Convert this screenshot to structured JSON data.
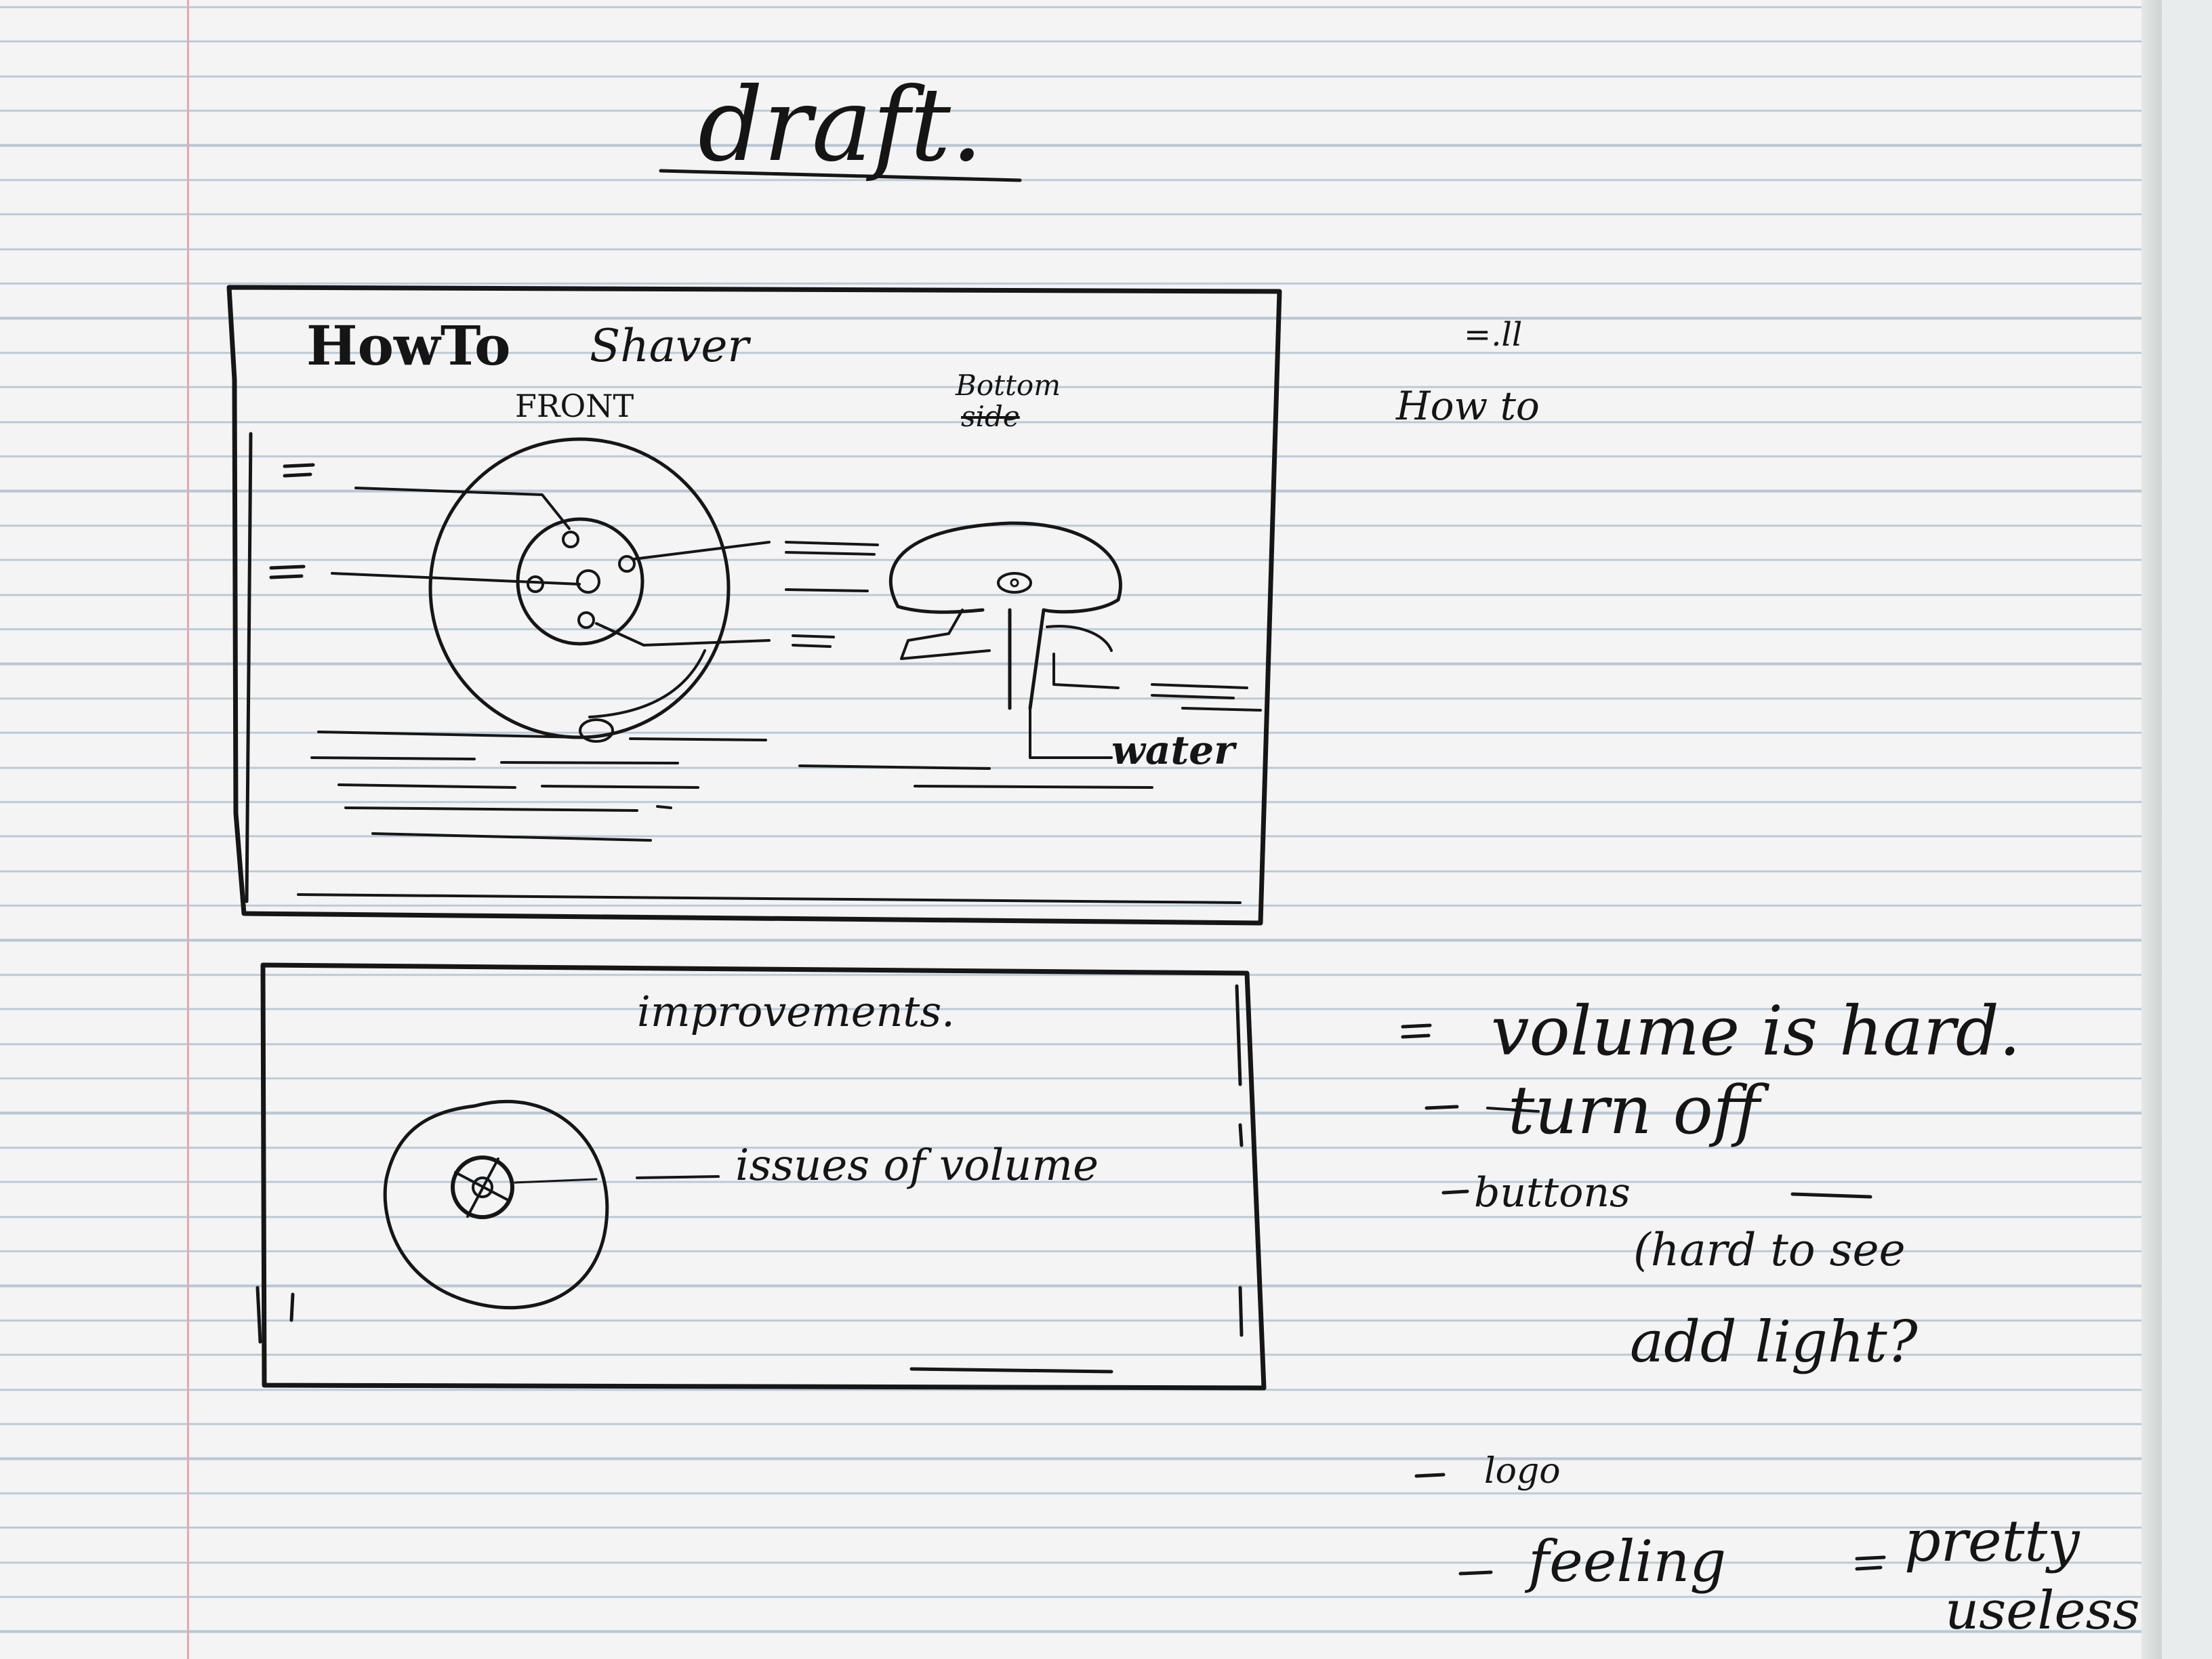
{
  "page": {
    "title": "draft.",
    "margin_note": "How to"
  },
  "panel_top": {
    "heading_left": "HowTo",
    "heading_right": "Shaver",
    "label_front": "FRONT",
    "label_bottom": "Bottom",
    "label_side": "side",
    "label_water": "water"
  },
  "panel_bottom": {
    "heading": "improvements.",
    "callout": "issues of volume"
  },
  "notes": {
    "line1": "volume is hard.",
    "line2": "turn off",
    "line3": "buttons",
    "line4": "(hard to see",
    "line5": "add light?",
    "line6": "logo",
    "line7": "feeling",
    "line8": "pretty",
    "line9": "useless"
  },
  "colors": {
    "ink": "#161616",
    "paper": "#f3f4f3",
    "rule": "#b9c6d3",
    "margin": "#e6a7ae"
  }
}
